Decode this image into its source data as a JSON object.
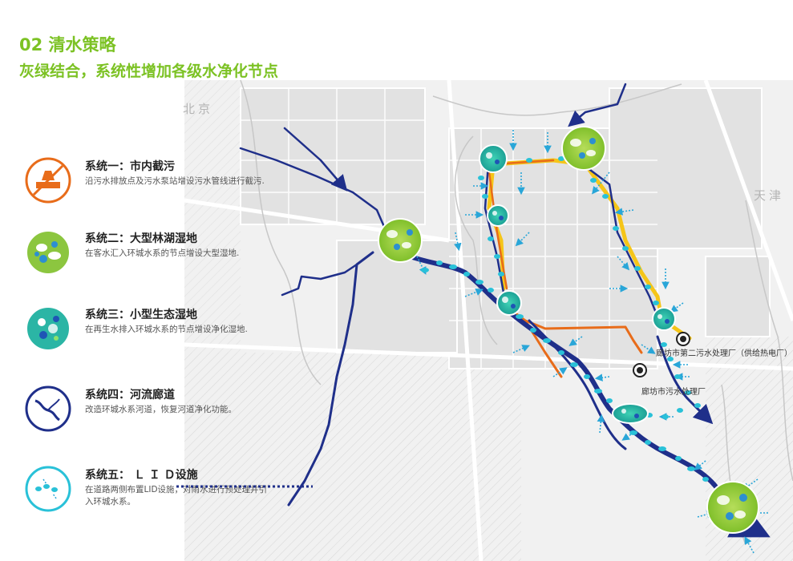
{
  "header": {
    "title": "02 清水策略",
    "subtitle": "灰绿结合，系统性增加各级水净化节点"
  },
  "legend": [
    {
      "icon": "sewage-interception-icon",
      "name": "系统一：市内截污",
      "desc": "沿污水排放点及污水泵站增设污水管线进行截污."
    },
    {
      "icon": "large-wetland-icon",
      "name": "系统二：大型林湖湿地",
      "desc": "在客水汇入环城水系的节点增设大型湿地."
    },
    {
      "icon": "small-wetland-icon",
      "name": "系统三：小型生态湿地",
      "desc": "在再生水排入环城水系的节点增设净化湿地."
    },
    {
      "icon": "river-corridor-icon",
      "name": "系统四：河流廊道",
      "desc": "改造环城水系河道，恢复河道净化功能。"
    },
    {
      "icon": "lid-facility-icon",
      "name": "系统五： Ｌ Ｉ Ｄ设施",
      "desc": "在道路两侧布置LID设施，对雨水进行预处理并引入环城水系。"
    }
  ],
  "map": {
    "region_labels": {
      "beijing": "北京",
      "tianjin": "天津"
    },
    "plants": [
      {
        "name": "廊坊市第二污水处理厂（供给热电厂）"
      },
      {
        "name": "廊坊市污水处理厂"
      }
    ]
  },
  "colors": {
    "accent_green": "#7cc224",
    "river_blue": "#1f2f8a",
    "wetland_green": "#8cc63f",
    "wetland_teal": "#2bb5a5",
    "lid_cyan": "#29c1d8",
    "sewer_orange": "#e86c1a",
    "sewer_yellow": "#f5c518"
  }
}
